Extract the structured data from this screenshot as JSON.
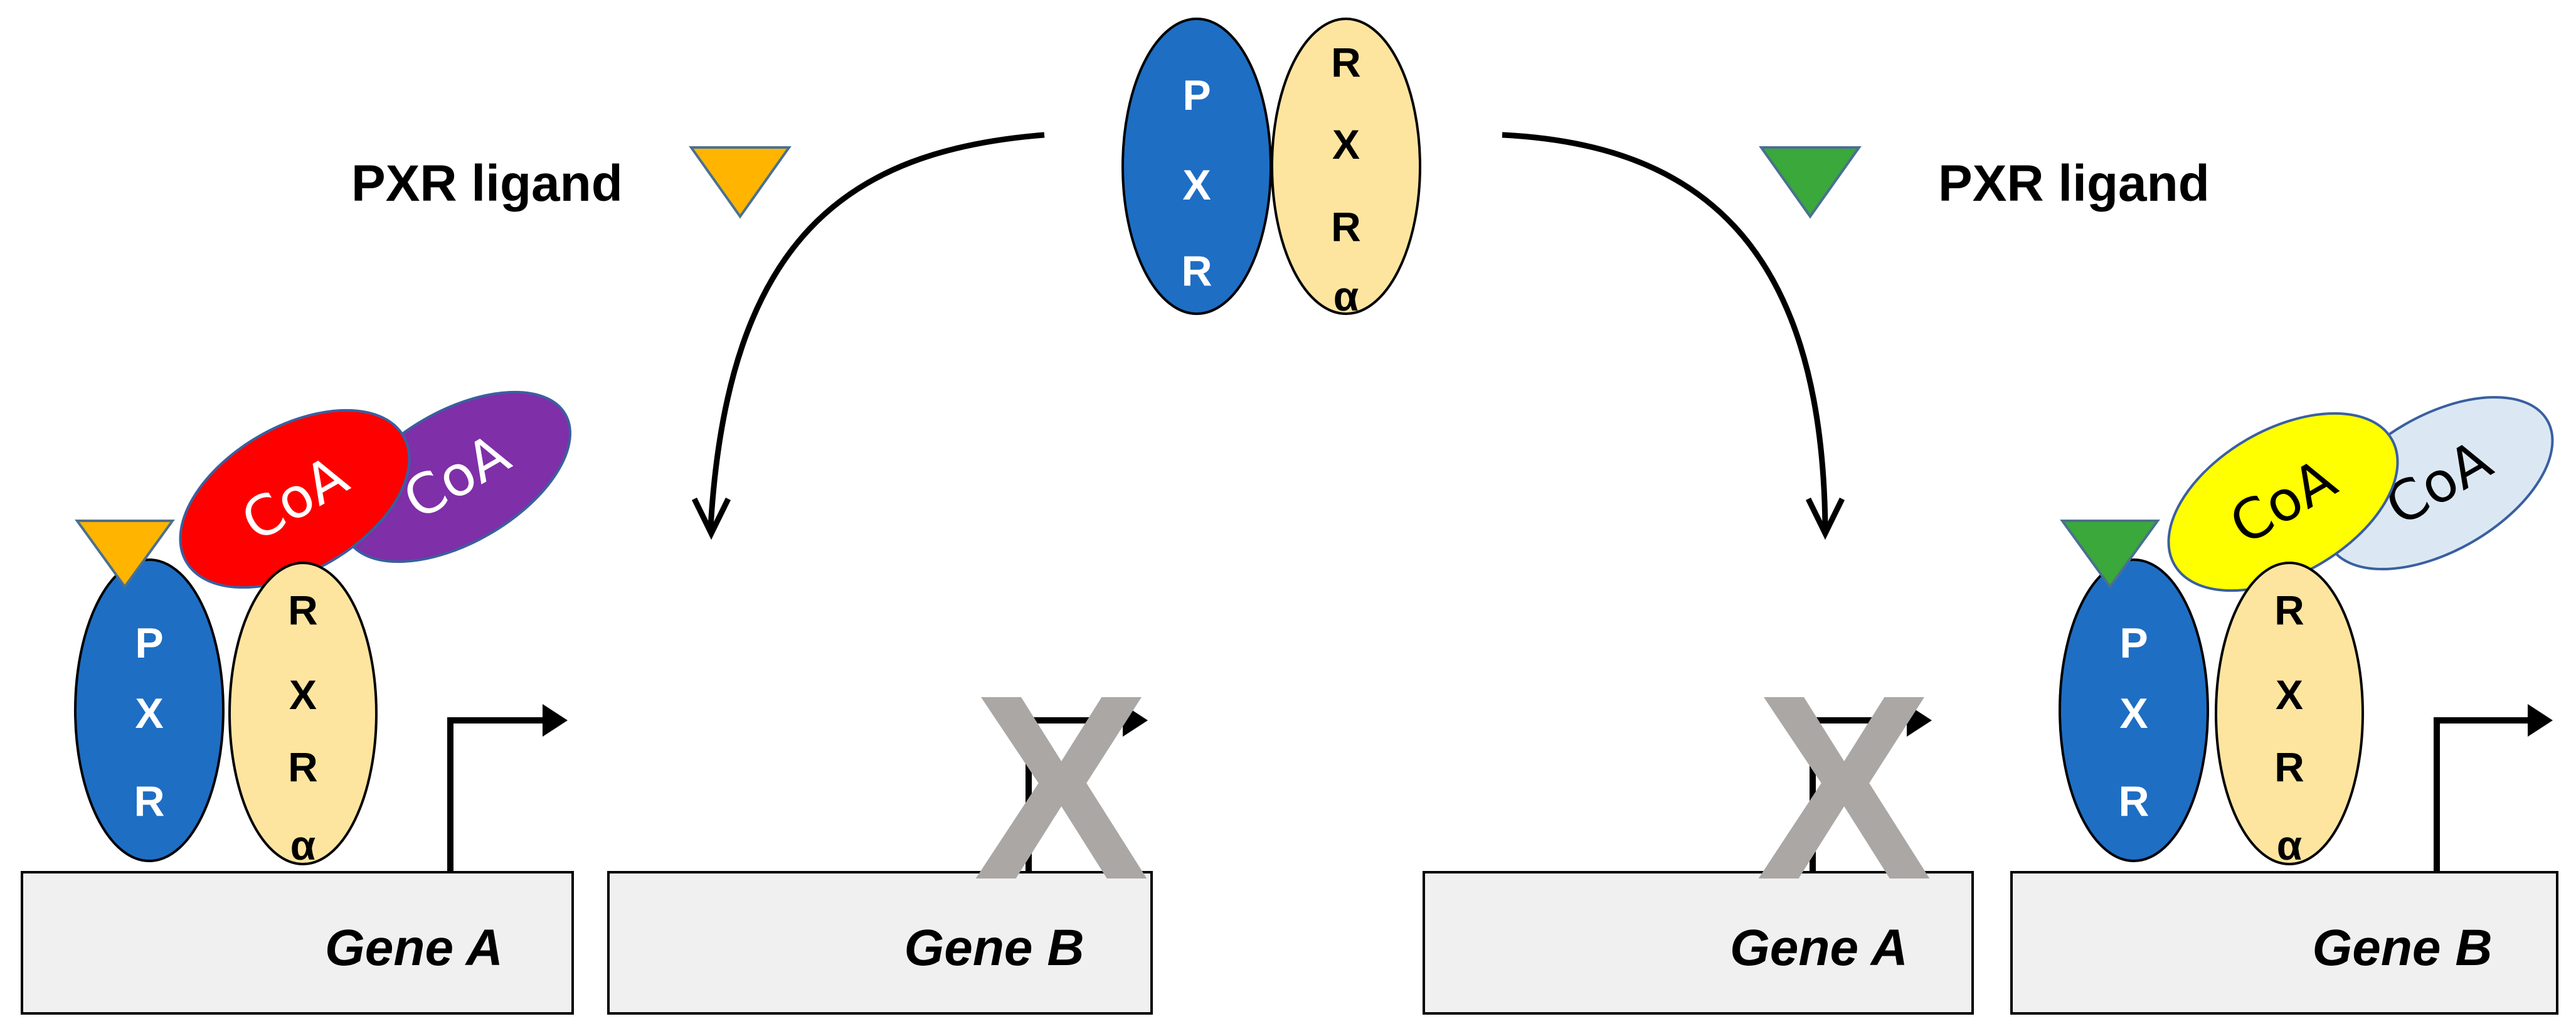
{
  "labels": {
    "ligand_left": "PXR ligand",
    "ligand_right": "PXR ligand",
    "pxr": [
      "P",
      "X",
      "R"
    ],
    "rxr": [
      "R",
      "X",
      "R",
      "α"
    ],
    "coa": "CoA",
    "gene_a": "Gene A",
    "gene_b": "Gene B",
    "blocked_mark": "X"
  },
  "colors": {
    "pxr_blue": "#1e6ec4",
    "rxr_yellow": "#fde5a0",
    "ligand_orange": "#ffb400",
    "ligand_green": "#3aa83a",
    "coa_red": "#ff0000",
    "coa_purple": "#7f2fa8",
    "coa_yellow": "#ffff00",
    "coa_lightblue": "#dbe8f4",
    "gene_box": "#f0f0f0",
    "blocked_gray": "#aaa7a5"
  }
}
